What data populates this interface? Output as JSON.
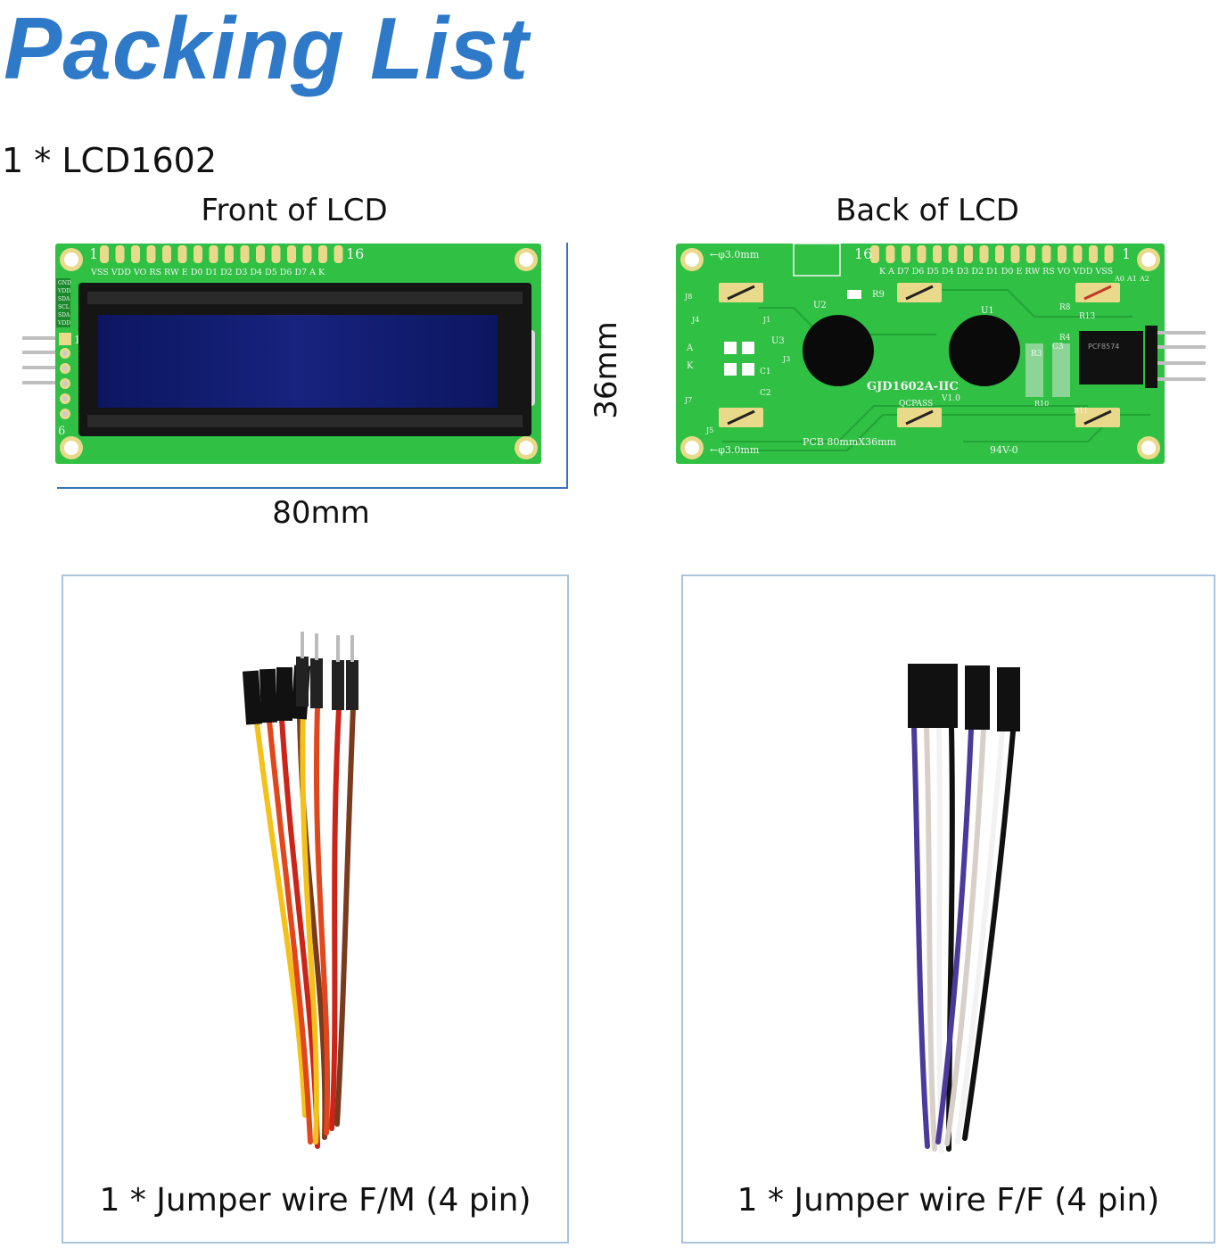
{
  "title": "Packing List",
  "lcd_item": "1 * LCD1602",
  "front": {
    "caption": "Front of LCD",
    "width_label": "80mm",
    "height_label": "36mm",
    "pin_first": "1",
    "pin_last": "16",
    "pin_labels": "VSS VDD VO RS RW E D0 D1 D2 D3 D4 D5 D6 D7 A K",
    "side_labels": [
      "GND",
      "VDD",
      "SDA",
      "SCL",
      "SDA",
      "VDD"
    ],
    "side_num_top": "1",
    "side_num_bottom": "6"
  },
  "back": {
    "caption": "Back of LCD",
    "pin_first": "16",
    "pin_last": "1",
    "pin_labels": "K A D7 D6 D5 D4 D3 D2 D1 D0 E RW RS VO VDD VSS",
    "hole_top": "←φ3.0mm",
    "hole_bottom": "←φ3.0mm",
    "model": "GJD1602A-IIC",
    "version": "V1.0",
    "qc": "QCPASS",
    "pcb": "PCB 80mmX36mm",
    "rating": "94V-0",
    "labels": [
      "U2",
      "U1",
      "U3",
      "R9",
      "R8",
      "R13",
      "R3",
      "R4",
      "C3",
      "C1",
      "C2",
      "J1",
      "J3",
      "J4",
      "J5",
      "J7",
      "J8",
      "R10",
      "R11",
      "A0",
      "A1",
      "A2",
      "A",
      "K"
    ],
    "chip_text": "PCF8574"
  },
  "wires": [
    {
      "caption": "1 * Jumper wire F/M (4 pin)",
      "colors": [
        "#f3c11a",
        "#e2461c",
        "#cc2418",
        "#7a3a1e"
      ]
    },
    {
      "caption": "1 * Jumper wire F/F (4 pin)",
      "colors": [
        "#4b3a9c",
        "#d8d0c8",
        "#111111",
        "#f2f2f2"
      ]
    }
  ],
  "colors": {
    "title": "#2f7ac8",
    "pcb_green": "#2fc044",
    "lcd_blue": "#101a6e",
    "dimension_line": "#3a73b8"
  }
}
